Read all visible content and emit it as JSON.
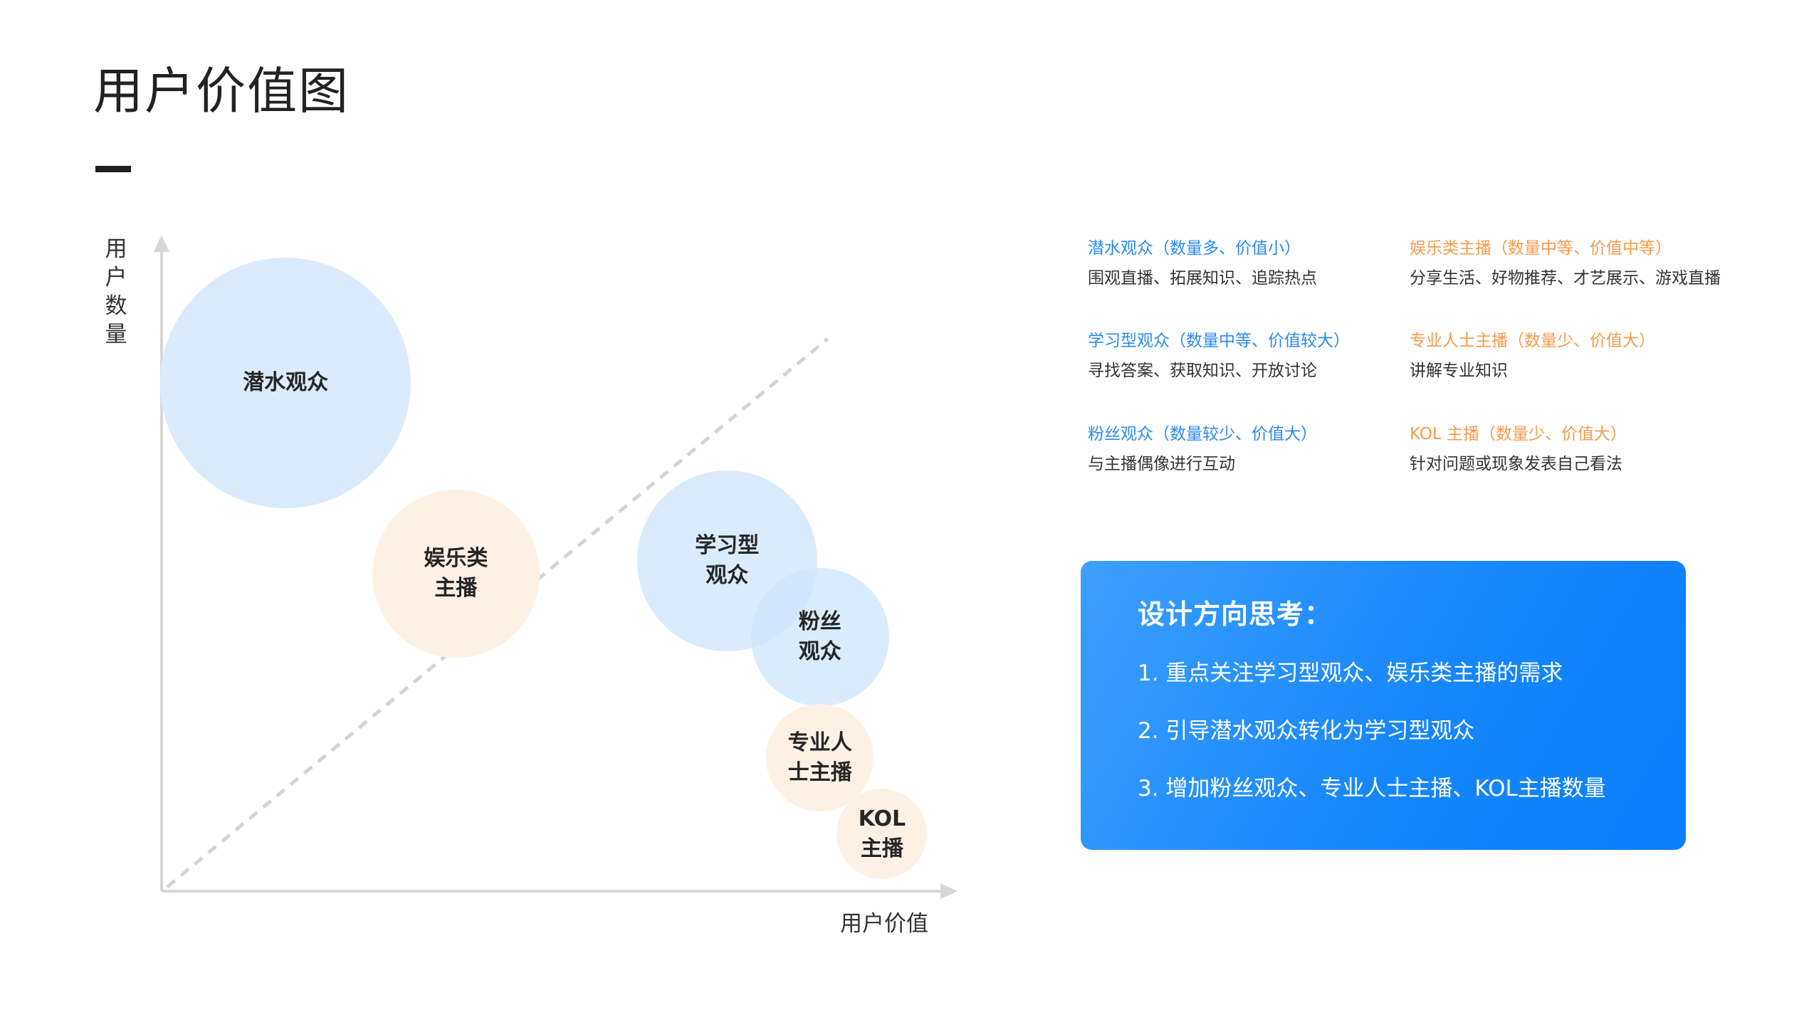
{
  "page": {
    "title": "用户价值图"
  },
  "axes": {
    "x_label": "用户价值",
    "y_label": "用\n户\n数\n量"
  },
  "colors": {
    "audience_fill": "#dcebfb",
    "host_fill": "#fdf1e6",
    "audience_text": "#2a8af0",
    "host_text": "#f59b4c",
    "axis": "#d6d6d6",
    "diagonal": "#d4d4d4"
  },
  "chart_data": {
    "type": "scatter",
    "title": "",
    "xlabel": "用户价值",
    "ylabel": "用户数量",
    "xlim": [
      0,
      100
    ],
    "ylim": [
      0,
      100
    ],
    "diagonal": {
      "from": [
        0,
        0
      ],
      "to": [
        86,
        87
      ]
    },
    "points": [
      {
        "label": "潜水观众",
        "x": 16,
        "y": 80,
        "size": 100,
        "group": "audience"
      },
      {
        "label": "娱乐类\n主播",
        "x": 38,
        "y": 50,
        "size": 67,
        "group": "host"
      },
      {
        "label": "学习型\n观众",
        "x": 73,
        "y": 52,
        "size": 72,
        "group": "audience"
      },
      {
        "label": "粉丝\n观众",
        "x": 85,
        "y": 40,
        "size": 55,
        "group": "audience"
      },
      {
        "label": "专业人\n士主播",
        "x": 85,
        "y": 21,
        "size": 43,
        "group": "host"
      },
      {
        "label": "KOL\n主播",
        "x": 93,
        "y": 9,
        "size": 36,
        "group": "host"
      }
    ]
  },
  "legend": [
    {
      "title": "潜水观众（数量多、价值小）",
      "desc": "围观直播、拓展知识、追踪热点",
      "group": "audience"
    },
    {
      "title": "学习型观众（数量中等、价值较大）",
      "desc": "寻找答案、获取知识、开放讨论",
      "group": "audience"
    },
    {
      "title": "粉丝观众（数量较少、价值大）",
      "desc": "与主播偶像进行互动",
      "group": "audience"
    },
    {
      "title": "娱乐类主播（数量中等、价值中等）",
      "desc": "分享生活、好物推荐、才艺展示、游戏直播",
      "group": "host"
    },
    {
      "title": "专业人士主播（数量少、价值大）",
      "desc": "讲解专业知识",
      "group": "host"
    },
    {
      "title": "KOL 主播（数量少、价值大）",
      "desc": "针对问题或现象发表自己看法",
      "group": "host"
    }
  ],
  "think": {
    "title": "设计方向思考：",
    "items": [
      "1. 重点关注学习型观众、娱乐类主播的需求",
      "2. 引导潜水观众转化为学习型观众",
      "3. 增加粉丝观众、专业人士主播、KOL主播数量"
    ]
  }
}
